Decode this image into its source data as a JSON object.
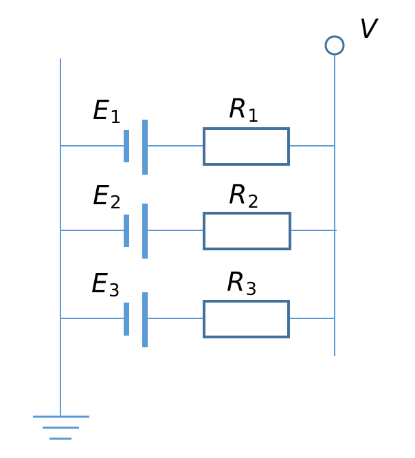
{
  "terminal": {
    "label": "V"
  },
  "branches": [
    {
      "source": {
        "letter": "E",
        "index": "1"
      },
      "resistor": {
        "letter": "R",
        "index": "1"
      }
    },
    {
      "source": {
        "letter": "E",
        "index": "2"
      },
      "resistor": {
        "letter": "R",
        "index": "2"
      }
    },
    {
      "source": {
        "letter": "E",
        "index": "3"
      },
      "resistor": {
        "letter": "R",
        "index": "3"
      }
    }
  ],
  "colors": {
    "wire": "#5b9bd5",
    "resistor_outline": "#41719c",
    "text": "#000000"
  }
}
